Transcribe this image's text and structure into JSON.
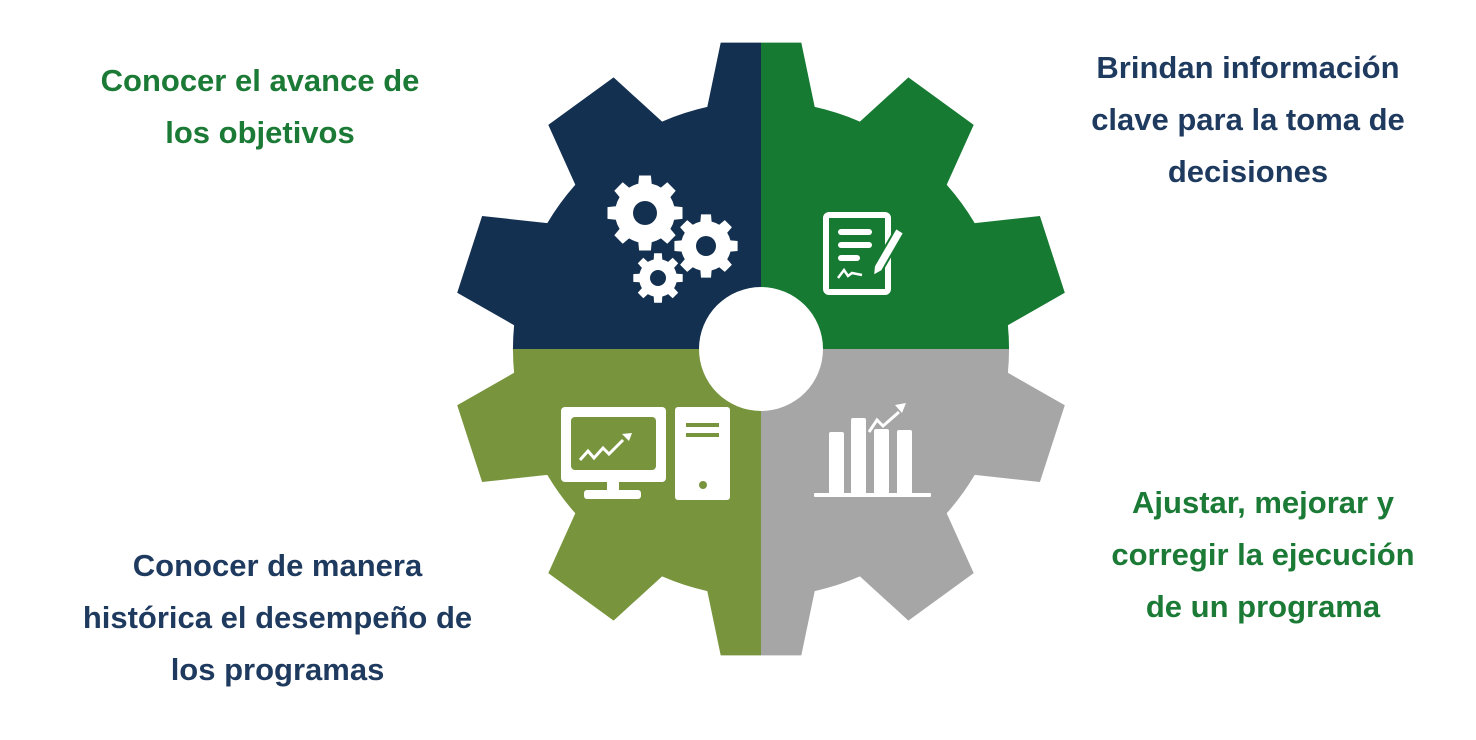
{
  "colors": {
    "navy": "#143050",
    "green": "#177a32",
    "olive": "#78953e",
    "gray": "#a6a6a6",
    "text_green": "#1b7a35",
    "text_navy": "#1f3a5f"
  },
  "labels": {
    "top_left": [
      "Conocer el avance de",
      "los objetivos"
    ],
    "top_right": [
      "Brindan información",
      "clave para la toma de",
      "decisiones"
    ],
    "bottom_left": [
      "Conocer de manera",
      "histórica el desempeño de",
      "los programas"
    ],
    "bottom_right": [
      "Ajustar, mejorar y",
      "corregir la ejecución",
      "de un programa"
    ]
  },
  "icons": {
    "top_left": "gears-icon",
    "top_right": "signed-document-icon",
    "bottom_left": "computer-chart-icon",
    "bottom_right": "bar-chart-growth-icon"
  }
}
